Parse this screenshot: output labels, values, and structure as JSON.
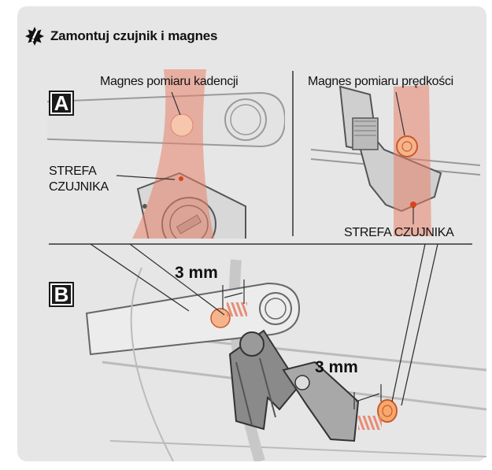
{
  "title": "Zamontuj czujnik i magnes",
  "icon": "warning-burst-icon",
  "panel_a": {
    "badge": "A",
    "cadence_magnet_label": "Magnes pomiaru kadencji",
    "speed_magnet_label": "Magnes pomiaru prędkości",
    "sensor_zone_left_line1": "STREFA",
    "sensor_zone_left_line2": "CZUJNIKA",
    "sensor_zone_right": "STREFA CZUJNIKA"
  },
  "panel_b": {
    "badge": "B",
    "gap_upper": "3 mm",
    "gap_lower": "3 mm"
  },
  "colors": {
    "background": "#e6e6e6",
    "sensor_zone": "#e8826a",
    "magnet": "#f4b08c",
    "badge": "#1a1a1a"
  }
}
